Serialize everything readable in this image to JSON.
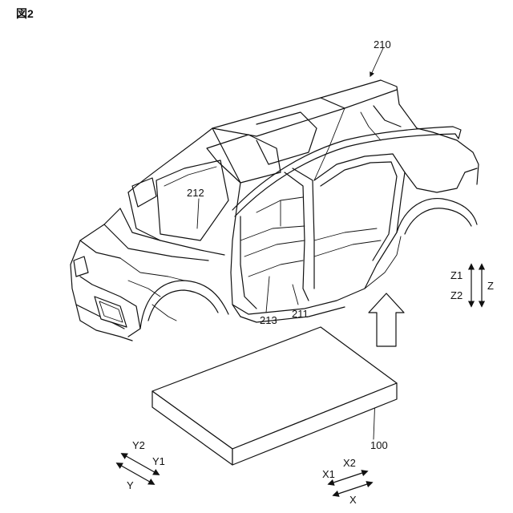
{
  "figure": {
    "title": "図2"
  },
  "labels": {
    "body": "210",
    "floor_side": "211",
    "frame": "212",
    "pillar": "213",
    "battery": "100"
  },
  "axes": {
    "z": {
      "plus": "Z1",
      "minus": "Z2",
      "axis": "Z"
    },
    "y": {
      "plus": "Y1",
      "minus": "Y2",
      "axis": "Y"
    },
    "x": {
      "plus": "X2",
      "minus": "X1",
      "axis": "X"
    }
  }
}
